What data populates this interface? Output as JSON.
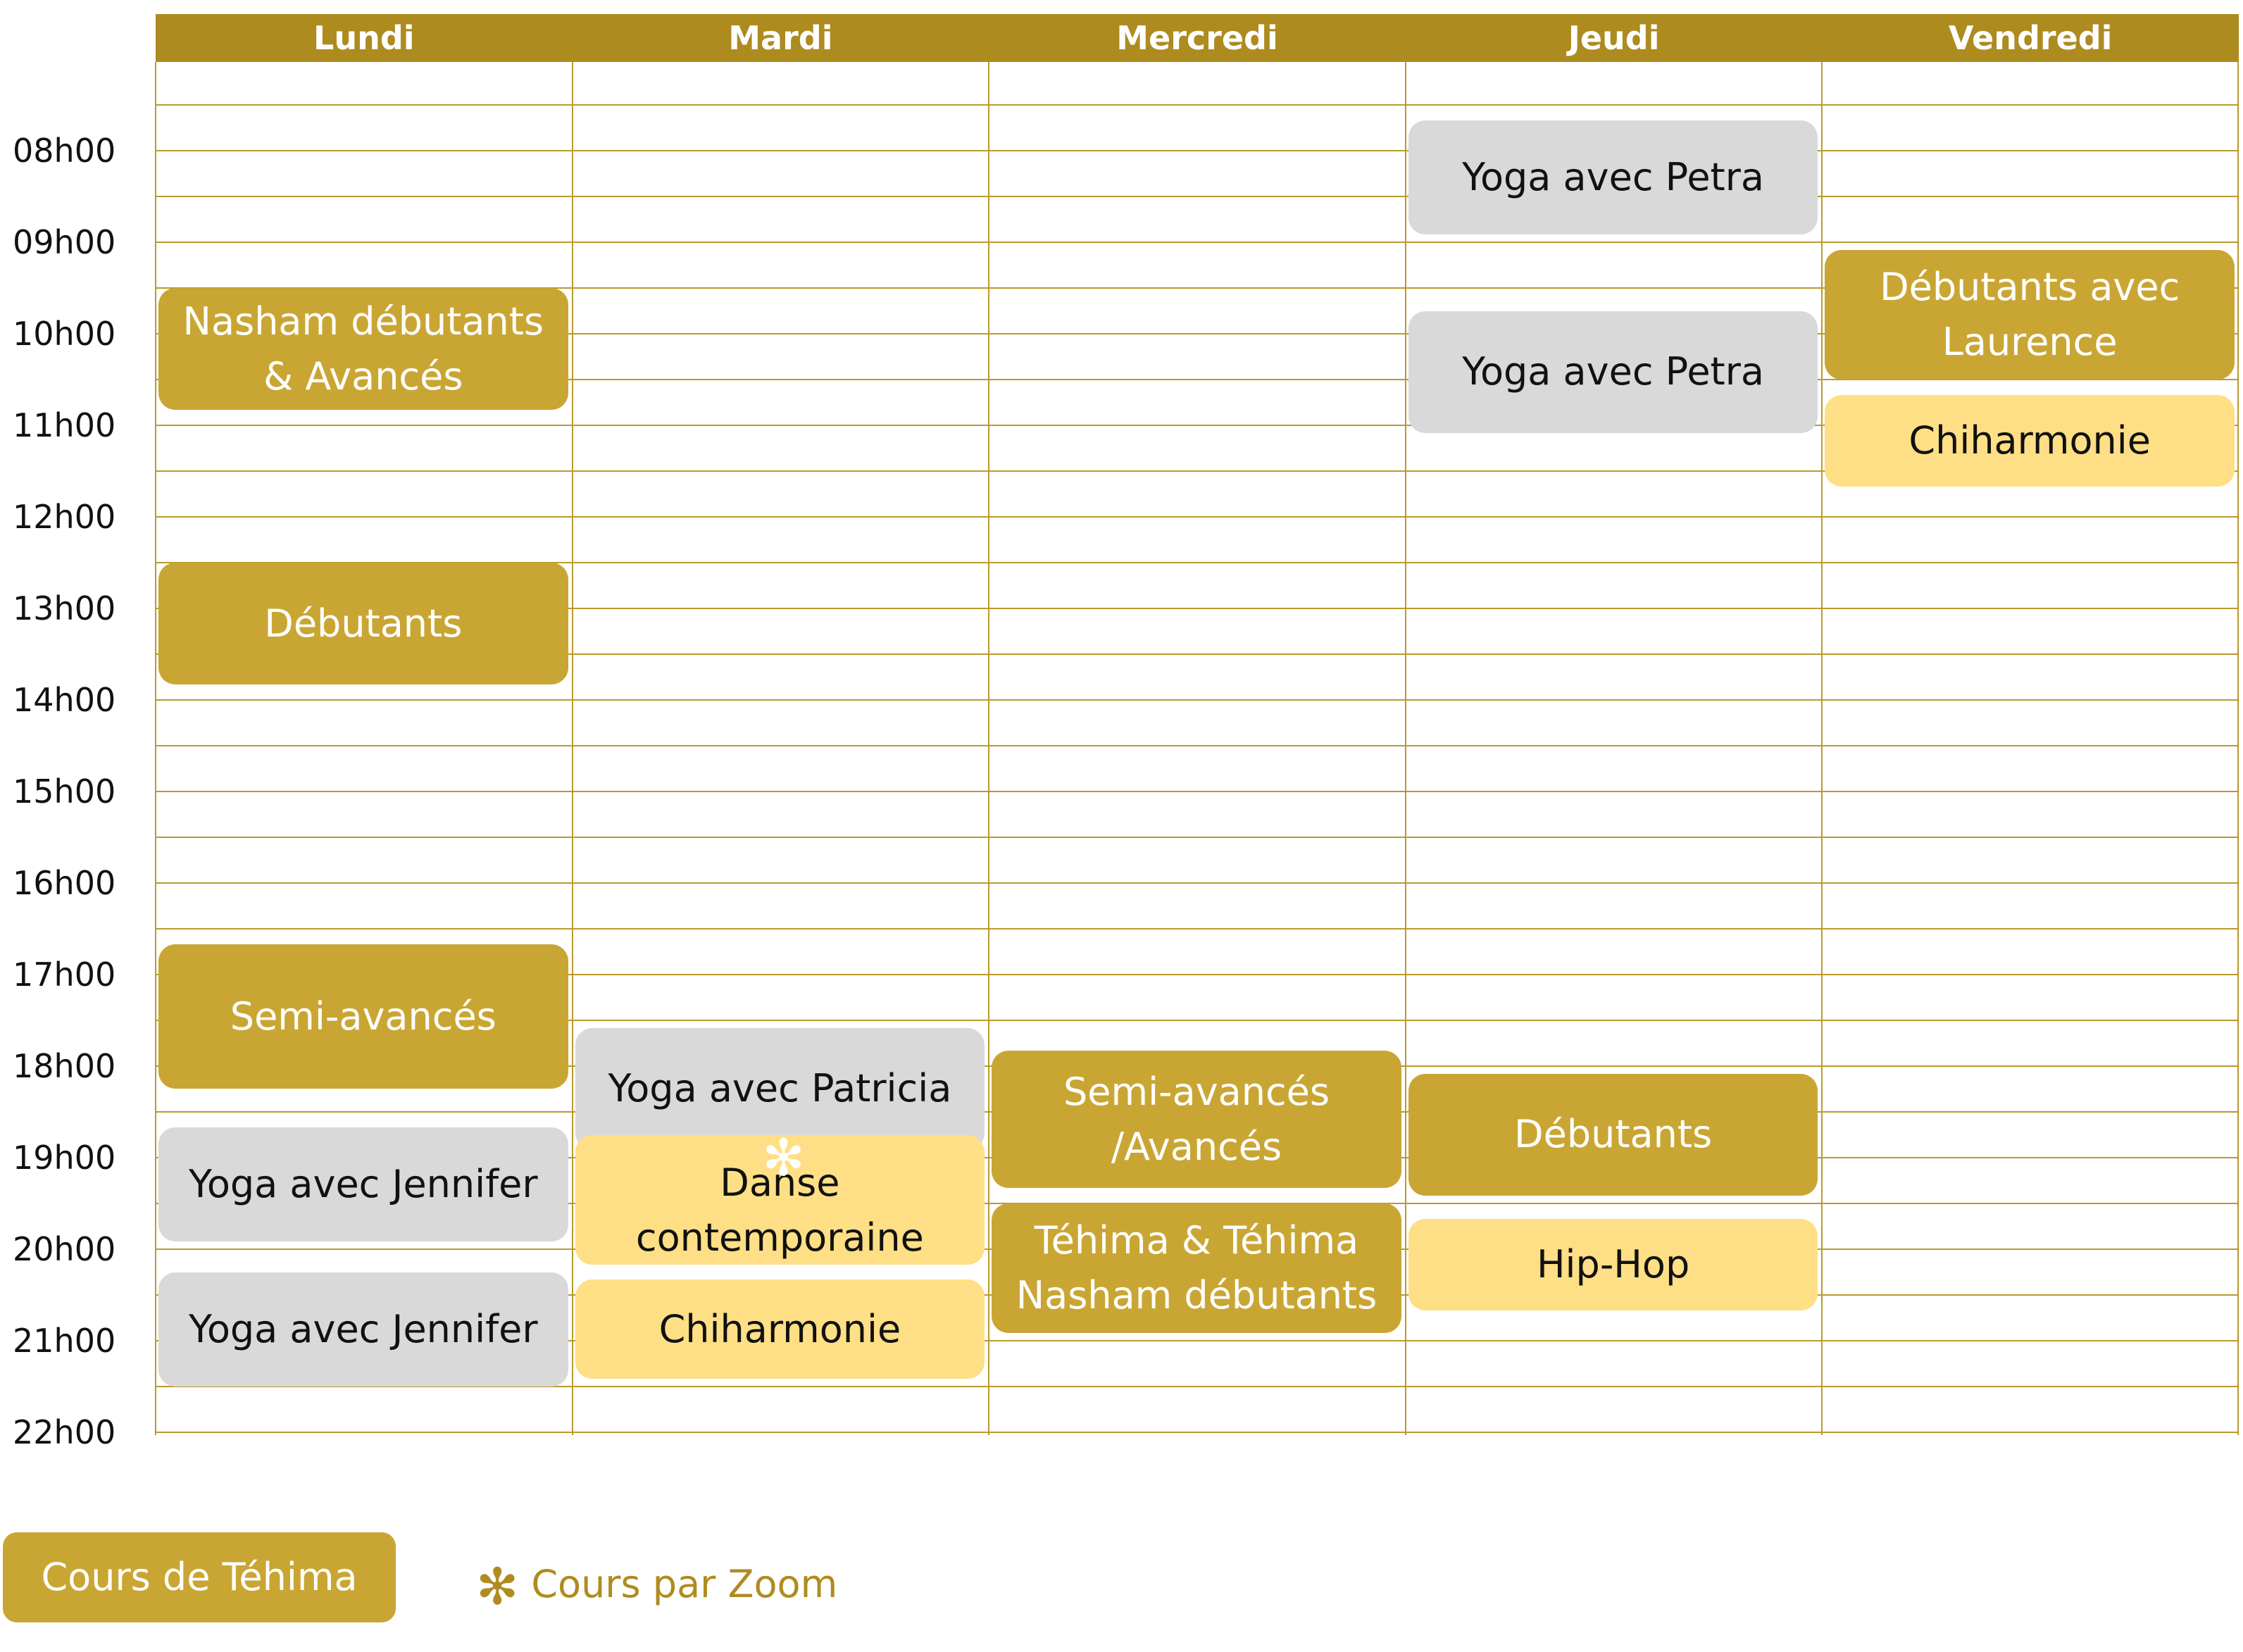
{
  "days": [
    "Lundi",
    "Mardi",
    "Mercredi",
    "Jeudi",
    "Vendredi"
  ],
  "times": [
    "08h00",
    "09h00",
    "10h00",
    "11h00",
    "12h00",
    "13h00",
    "14h00",
    "15h00",
    "16h00",
    "17h00",
    "18h00",
    "19h00",
    "20h00",
    "21h00",
    "22h00"
  ],
  "events": [
    {
      "day": "Lundi",
      "label": "Nasham débutants\n& Avancés",
      "style": "gold",
      "start": "09h30",
      "end": "10h50"
    },
    {
      "day": "Lundi",
      "label": "Débutants",
      "style": "gold",
      "start": "12h30",
      "end": "13h50"
    },
    {
      "day": "Lundi",
      "label": "Semi-avancés",
      "style": "gold",
      "start": "16h40",
      "end": "18h15"
    },
    {
      "day": "Lundi",
      "label": "Yoga avec Jennifer",
      "style": "gray",
      "start": "18h40",
      "end": "19h55"
    },
    {
      "day": "Lundi",
      "label": "Yoga avec Jennifer",
      "style": "gray",
      "start": "20h15",
      "end": "21h30"
    },
    {
      "day": "Mardi",
      "label": "Yoga avec Patricia",
      "style": "gray",
      "start": "17h35",
      "end": "18h55"
    },
    {
      "day": "Mardi",
      "label": "Danse contemporaine",
      "style": "yellow",
      "start": "18h45",
      "end": "20h10",
      "zoom": true
    },
    {
      "day": "Mardi",
      "label": "Chiharmonie",
      "style": "yellow",
      "start": "20h20",
      "end": "21h25"
    },
    {
      "day": "Mercredi",
      "label": "Semi-avancés\n/Avancés",
      "style": "gold",
      "start": "17h50",
      "end": "19h20"
    },
    {
      "day": "Mercredi",
      "label": "Téhima & Téhima\nNasham débutants",
      "style": "gold",
      "start": "19h30",
      "end": "20h55"
    },
    {
      "day": "Jeudi",
      "label": "Yoga avec Petra",
      "style": "gray",
      "start": "07h40",
      "end": "08h55"
    },
    {
      "day": "Jeudi",
      "label": "Yoga avec Petra",
      "style": "gray",
      "start": "09h45",
      "end": "11h05"
    },
    {
      "day": "Jeudi",
      "label": "Débutants",
      "style": "gold",
      "start": "18h05",
      "end": "19h25"
    },
    {
      "day": "Jeudi",
      "label": "Hip-Hop",
      "style": "yellow",
      "start": "19h40",
      "end": "20h40"
    },
    {
      "day": "Vendredi",
      "label": "Débutants avec\nLaurence",
      "style": "gold",
      "start": "09h05",
      "end": "10h30"
    },
    {
      "day": "Vendredi",
      "label": "Chiharmonie",
      "style": "yellow",
      "start": "10h40",
      "end": "11h40"
    }
  ],
  "legend": {
    "tehima_label": "Cours de Téhima",
    "zoom_label": "Cours par Zoom",
    "zoom_symbol": "✻"
  },
  "colors": {
    "header": "#ad8b1f",
    "tehima": "#c9a633",
    "yoga": "#d9d9d9",
    "other": "#ffdf85",
    "grid": "#b99a2d",
    "zoom_text": "#b08b1f"
  }
}
